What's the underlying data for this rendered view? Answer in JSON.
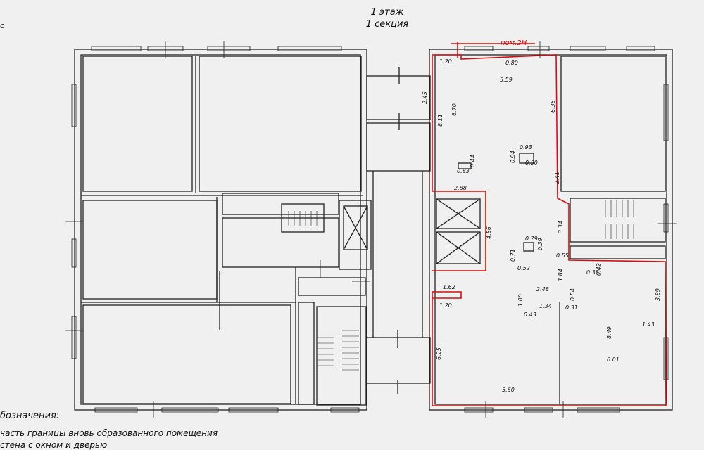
{
  "header": {
    "floor": "1 этаж",
    "section": "1 секция",
    "corner_text": "с"
  },
  "room": {
    "label": "пом.2Н",
    "color": "#d01010"
  },
  "dimensions": [
    {
      "key": "d1",
      "text": "1.20"
    },
    {
      "key": "d2",
      "text": "0.80"
    },
    {
      "key": "d3",
      "text": "5.59"
    },
    {
      "key": "d4",
      "text": "8.11"
    },
    {
      "key": "d5",
      "text": "6.70"
    },
    {
      "key": "d6",
      "text": "6.35"
    },
    {
      "key": "d7",
      "text": "2.45"
    },
    {
      "key": "d8",
      "text": "0.93"
    },
    {
      "key": "d9",
      "text": "0.94"
    },
    {
      "key": "d10",
      "text": "0.50"
    },
    {
      "key": "d11",
      "text": "0.44"
    },
    {
      "key": "d12",
      "text": "0.83"
    },
    {
      "key": "d13",
      "text": "2.41"
    },
    {
      "key": "d14",
      "text": "2.88"
    },
    {
      "key": "d15",
      "text": "4.56"
    },
    {
      "key": "d16",
      "text": "3.34"
    },
    {
      "key": "d17",
      "text": "0.79"
    },
    {
      "key": "d18",
      "text": "0.39"
    },
    {
      "key": "d19",
      "text": "0.71"
    },
    {
      "key": "d20",
      "text": "0.52"
    },
    {
      "key": "d21",
      "text": "0.55"
    },
    {
      "key": "d22",
      "text": "0.38"
    },
    {
      "key": "d23",
      "text": "0.42"
    },
    {
      "key": "d24",
      "text": "1.84"
    },
    {
      "key": "d25",
      "text": "1.62"
    },
    {
      "key": "d26",
      "text": "1.20"
    },
    {
      "key": "d27",
      "text": "2.48"
    },
    {
      "key": "d28",
      "text": "1.00"
    },
    {
      "key": "d29",
      "text": "1.34"
    },
    {
      "key": "d30",
      "text": "0.54"
    },
    {
      "key": "d31",
      "text": "0.31"
    },
    {
      "key": "d32",
      "text": "0.43"
    },
    {
      "key": "d33",
      "text": "3.89"
    },
    {
      "key": "d34",
      "text": "1.43"
    },
    {
      "key": "d35",
      "text": "8.49"
    },
    {
      "key": "d36",
      "text": "6.01"
    },
    {
      "key": "d37",
      "text": "6.25"
    },
    {
      "key": "d38",
      "text": "5.60"
    }
  ],
  "legend": {
    "title": "бозначения:",
    "line1": "часть границы вновь образованного помещения",
    "line2": "стена с окном и дверью"
  }
}
